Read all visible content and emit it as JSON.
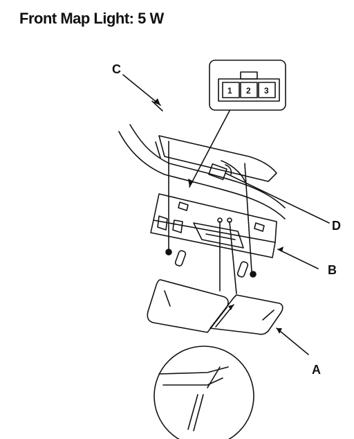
{
  "title": "Front Map Light: 5 W",
  "callouts": {
    "a": "A",
    "b": "B",
    "c": "C",
    "d": "D"
  },
  "connector_pins": [
    "1",
    "2",
    "3"
  ],
  "colors": {
    "ink": "#111111",
    "background": "#ffffff"
  }
}
